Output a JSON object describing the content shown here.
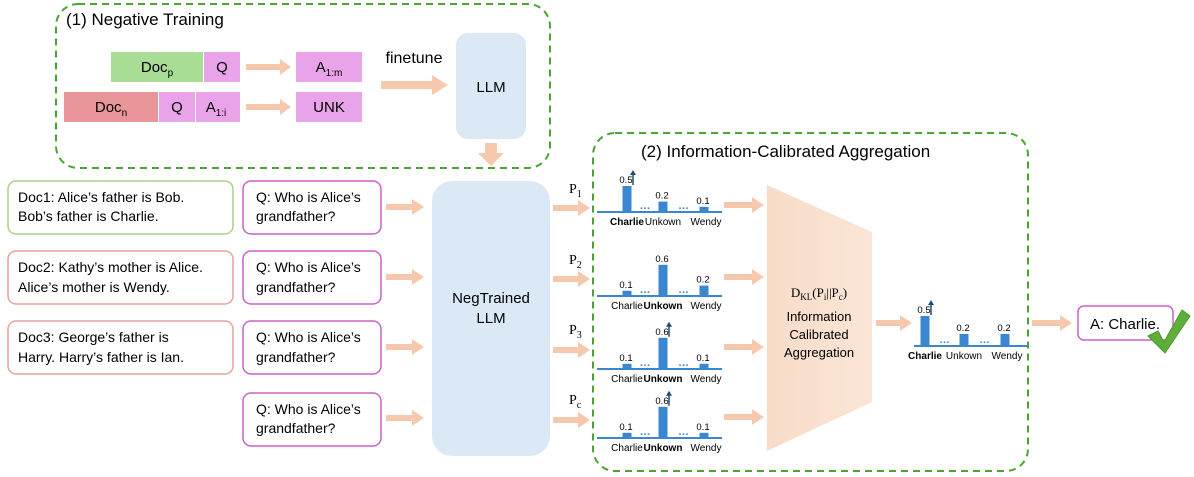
{
  "section1": {
    "title": "(1) Negative Training",
    "doc_pos": "Doc",
    "doc_pos_sub": "p",
    "q": "Q",
    "answer": "A",
    "answer_sub": "1:m",
    "doc_neg": "Doc",
    "doc_neg_sub": "n",
    "partial_answer": "A",
    "partial_answer_sub": "1:i",
    "unk": "UNK",
    "finetune": "finetune",
    "llm": "LLM"
  },
  "section2": {
    "title": "(2) Information-Calibrated Aggregation",
    "aggregation_formula": {
      "d": "D",
      "d_sub": "KL",
      "open": "(P",
      "i_sub": "i",
      "sep": "||P",
      "c_sub": "c",
      "close": ")"
    },
    "aggregation_label": [
      "Information",
      "Calibrated",
      "Aggregation"
    ]
  },
  "docs": [
    {
      "lines": [
        "Doc1: Alice’s father is Bob.",
        "Bob’s father is Charlie."
      ],
      "border": "#a9d18e"
    },
    {
      "lines": [
        "Doc2: Kathy’s mother is Alice.",
        "Alice’s mother is Wendy."
      ],
      "border": "#e8a19c"
    },
    {
      "lines": [
        "Doc3: George’s father is",
        "Harry. Harry’s father is Ian."
      ],
      "border": "#e8a19c"
    }
  ],
  "query_lines": [
    "Q: Who is Alice’s",
    "grandfather?"
  ],
  "negtrained_llm": [
    "NegTrained",
    "LLM"
  ],
  "distributions": [
    {
      "p": "P",
      "sub": "1",
      "labels": [
        "Charlie",
        "Unkown",
        "Wendy"
      ],
      "bold": 0,
      "values": [
        0.5,
        0.2,
        0.1
      ],
      "value_labels": [
        "0.5",
        "0.2",
        "0.1"
      ],
      "arrow": 0
    },
    {
      "p": "P",
      "sub": "2",
      "labels": [
        "Charlie",
        "Unkown",
        "Wendy"
      ],
      "bold": 1,
      "values": [
        0.1,
        0.6,
        0.2
      ],
      "value_labels": [
        "0.1",
        "0.6",
        "0.2"
      ],
      "arrow": -1
    },
    {
      "p": "P",
      "sub": "3",
      "labels": [
        "Charlie",
        "Unkown",
        "Wendy"
      ],
      "bold": 1,
      "values": [
        0.1,
        0.6,
        0.1
      ],
      "value_labels": [
        "0.1",
        "0.6",
        "0.1"
      ],
      "arrow": 1
    },
    {
      "p": "P",
      "sub": "c",
      "labels": [
        "Charlie",
        "Unkown",
        "Wendy"
      ],
      "bold": 1,
      "values": [
        0.1,
        0.6,
        0.1
      ],
      "value_labels": [
        "0.1",
        "0.6",
        "0.1"
      ],
      "arrow": 1
    }
  ],
  "final_distribution": {
    "labels": [
      "Charlie",
      "Unkown",
      "Wendy"
    ],
    "bold": 0,
    "values": [
      0.5,
      0.2,
      0.2
    ],
    "value_labels": [
      "0.5",
      "0.2",
      "0.2"
    ],
    "arrow": 0
  },
  "final_answer": "A: Charlie.",
  "colors": {
    "green_fill": "#a9dc94",
    "red_fill": "#e8969a",
    "purple_fill": "#e9a3e9",
    "llm_fill": "#dbe9f6",
    "arrow": "#f6c9ae",
    "bar": "#3b86d1",
    "dash_green": "#4aa532",
    "purple_border": "#c862c8",
    "check": "#5fae3a"
  }
}
